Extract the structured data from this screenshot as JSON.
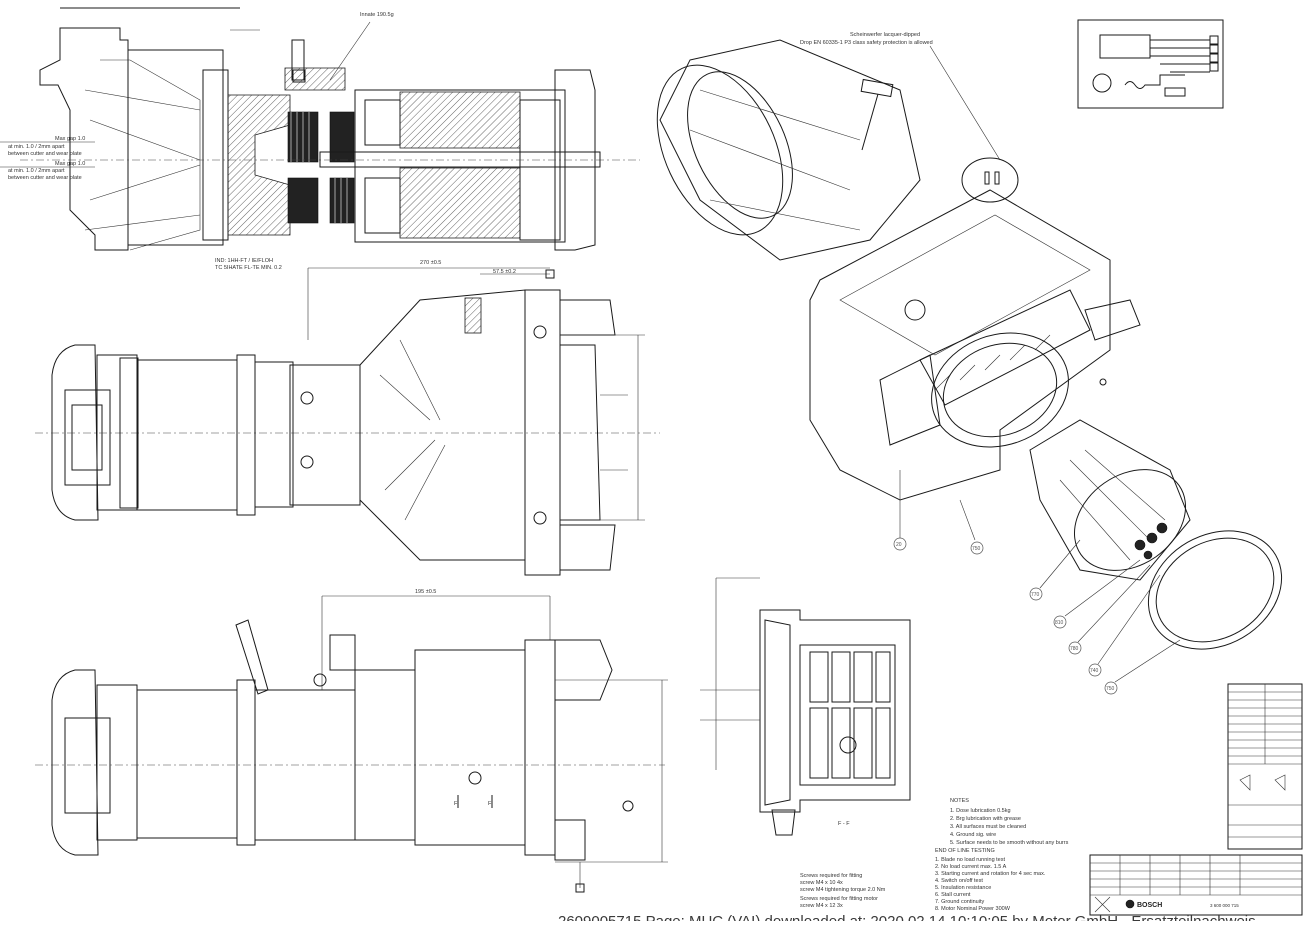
{
  "drawing": {
    "mass_label": "Innate 190.5g",
    "top_view_note_1": "IND: 1HH-FT / IE/FLOH",
    "top_view_note_2": "TC 5IHATE FL-TE MIN. 0.2",
    "left_callout_1": "Max gap 1.0",
    "left_callout_2": "at min. 1.0 / 2mm apart",
    "left_callout_3": "between cutter and wear plate",
    "left_callout_4": "Max gap 1.0",
    "left_callout_5": "at min. 1.0 / 2mm apart",
    "left_callout_6": "between cutter and wear plate",
    "dim_mid_top": "270 ±0.5",
    "dim_mid_small": "57.5 ±0.2",
    "dim_bottom_top": "195 ±0.5",
    "section_label": "F",
    "section_view_label": "F - F",
    "iso_note_1": "Scheinwerfer lacquer-dipped",
    "iso_note_2": "Drop EN 60335-1 P3 class safety protection is allowed"
  },
  "balloons": [
    "20",
    "750",
    "770",
    "810",
    "780",
    "740",
    "750"
  ],
  "notes": {
    "heading": "NOTES",
    "lines": [
      "1. Dose lubrication 0.5kg",
      "2. Brg lubrication with grease",
      "3. All surfaces must be cleaned",
      "4. Ground sig. wire",
      "5. Surface needs to be smooth without any burrs"
    ],
    "test_heading": "END OF LINE TESTING",
    "test_lines": [
      "1. Blade no load running test",
      "2. No load current max. 1.5 A",
      "3. Starting current and rotation for 4 sec max.",
      "4. Switch on/off test",
      "5. Insulation resistance",
      "6. Stall current",
      "7. Ground continuity",
      "8. Motor Nominal Power 300W"
    ],
    "screw_1": "Screws required for fitting",
    "screw_2": "screw M4 x 10 4x",
    "screw_3": "screw M4 tightening torque 2.0 Nm",
    "screw_4": "Screws required for fitting motor",
    "screw_5": "screw M4 x 12 3x"
  },
  "title_block": {
    "brand": "BOSCH",
    "drawing_no": "3 600 000 715"
  },
  "footer": "2609005715 Page: MUC (VAI) downloaded at: 2020.02.14 10:10:05 by Motor GmbH - Ersatzteilnachweis"
}
